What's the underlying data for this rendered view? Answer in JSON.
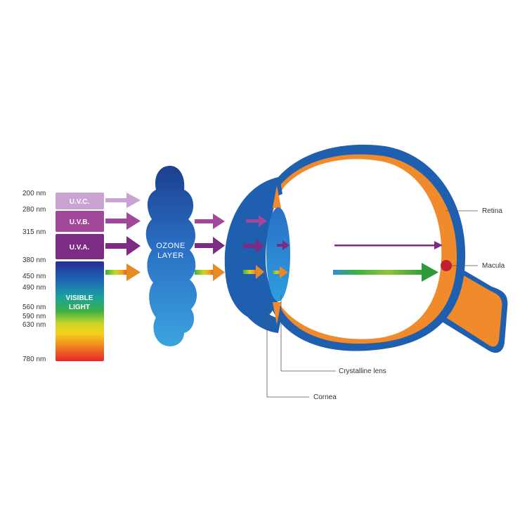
{
  "wavelengths": [
    "200 nm",
    "280 nm",
    "315 nm",
    "380 nm",
    "450 nm",
    "490 nm",
    "560 nm",
    "590 nm",
    "630 nm",
    "780 nm"
  ],
  "bands": {
    "uvc": "U.V.C.",
    "uvb": "U.V.B.",
    "uva": "U.V.A.",
    "visible_line1": "VISIBLE",
    "visible_line2": "LIGHT"
  },
  "ozone": {
    "line1": "OZONE",
    "line2": "LAYER"
  },
  "callouts": {
    "retina": "Retina",
    "macula": "Macula",
    "lens": "Crystalline lens",
    "cornea": "Cornea"
  },
  "colors": {
    "uvc": "#c9a3d1",
    "uvb": "#a1489a",
    "uva": "#7e2b83",
    "eye_blue": "#1f5fb0",
    "eye_orange": "#f08a2a",
    "macula": "#c01f2f",
    "ozone_dark": "#1d3f8f",
    "ozone_light": "#3aa3de"
  }
}
